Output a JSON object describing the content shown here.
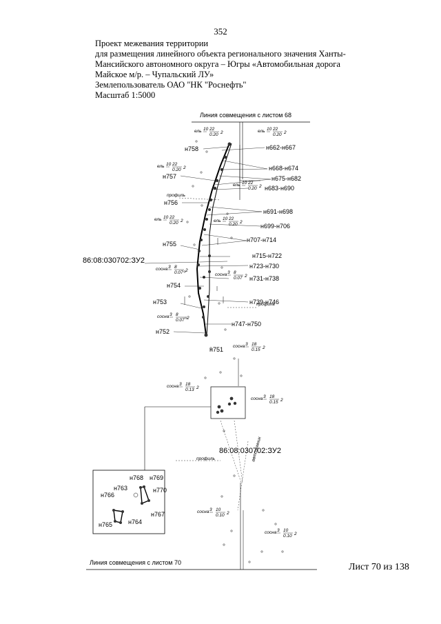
{
  "page_number": "352",
  "header_lines": [
    "Проект межевания территории",
    "для размещения линейного объекта регионального значения Ханты-",
    "Мансийского автономного округа – Югры  «Автомобильная дорога",
    "Майское м/р. – Чупальский ЛУ»",
    "Землепользователь ОАО \"НК \"Роснефть\"",
    "Масштаб 1:5000"
  ],
  "top_junction": "Линия совмещения с листом 68",
  "bottom_junction": "Линия совмещения с листом 70",
  "parcel_label_1": "86:08:030702:ЗУ2",
  "parcel_label_2": "86:08:030702:ЗУ2",
  "sheet_label": "Лист 70 из 138",
  "left_labels": [
    "н758",
    "н757",
    "н756",
    "н755",
    "н754",
    "н753",
    "н752",
    "н751"
  ],
  "right_labels": [
    "н662-н667",
    "н668-н674",
    "н675-н682",
    "н683-н690",
    "н691-н698",
    "н699-н706",
    "н707-н714",
    "н715-н722",
    "н723-н730",
    "н731-н738",
    "н739-н746",
    "н747-н750"
  ],
  "inset_labels": [
    "н768",
    "н769",
    "н763",
    "н770",
    "н766",
    "н767",
    "н765",
    "н764"
  ],
  "tree_species": [
    "ель",
    "ель",
    "ель",
    "ель",
    "ель",
    "сосна",
    "сосна",
    "сосна",
    "сосна",
    "сосна",
    "сосна",
    "сосна"
  ],
  "tree_codes": [
    "10",
    "10",
    "10",
    "10",
    "10",
    "3",
    "3",
    "3",
    "3",
    "3",
    "3",
    "3"
  ],
  "tree_heights": [
    "22",
    "22",
    "22",
    "22",
    "22",
    "8",
    "8",
    "18",
    "18",
    "18",
    "10",
    "10"
  ],
  "tree_diams": [
    "0.20",
    "0.20",
    "0.20",
    "0.20",
    "0.20",
    "0.07",
    "0.07",
    "0.15",
    "0.13",
    "0.15",
    "0.10",
    "0.10"
  ],
  "tree_counts": [
    "2",
    "2",
    "2",
    "2",
    "2",
    "2",
    "2",
    "2",
    "2",
    "2",
    "2",
    "2"
  ],
  "profile_label": "профиль",
  "road_label": "автозимник"
}
